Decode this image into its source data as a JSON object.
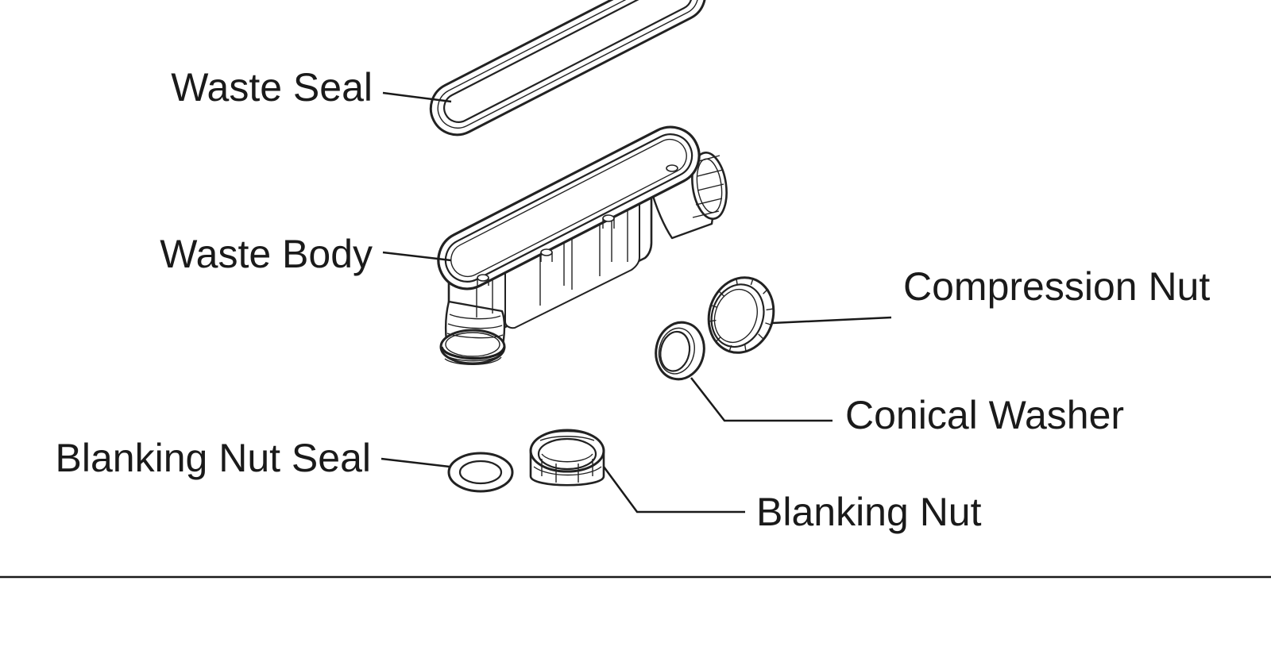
{
  "labels": {
    "waste_seal": "Waste Seal",
    "waste_body": "Waste Body",
    "compression_nut": "Compression Nut",
    "conical_washer": "Conical Washer",
    "blanking_nut_seal": "Blanking Nut Seal",
    "blanking_nut": "Blanking Nut"
  },
  "colors": {
    "line": "#1a1a1a",
    "background": "#ffffff"
  }
}
